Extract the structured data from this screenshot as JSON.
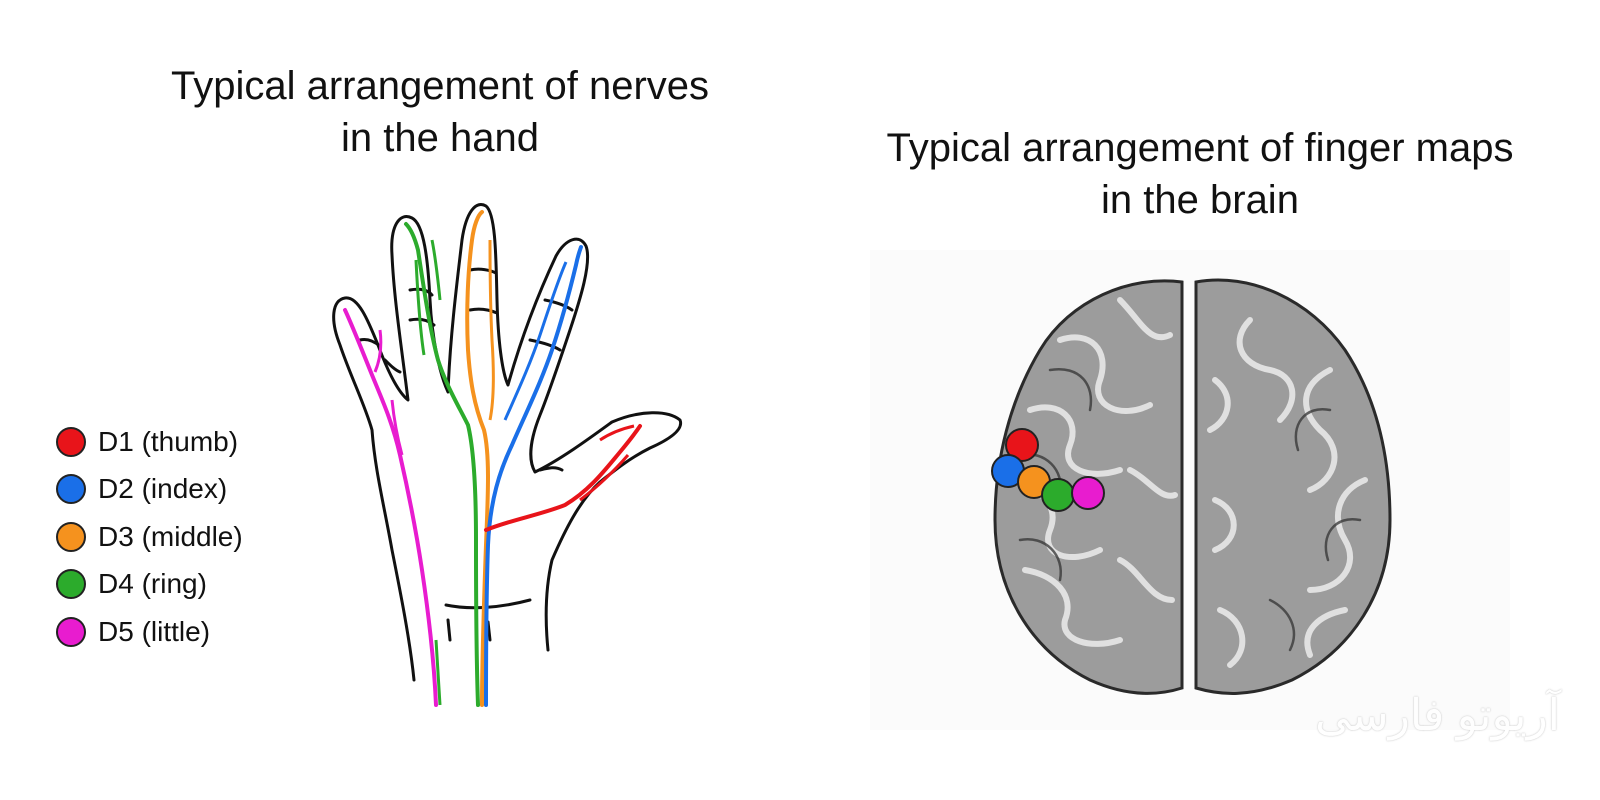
{
  "hand_panel": {
    "title": "Typical arrangement of nerves in the hand"
  },
  "brain_panel": {
    "title": "Typical arrangement of finger maps in the brain"
  },
  "legend": [
    {
      "label": "D1 (thumb)",
      "color": "#e8141a"
    },
    {
      "label": "D2 (index)",
      "color": "#1a6fe8"
    },
    {
      "label": "D3 (middle)",
      "color": "#f5921e"
    },
    {
      "label": "D4 (ring)",
      "color": "#2cab2c"
    },
    {
      "label": "D5 (little)",
      "color": "#e81ccf"
    }
  ],
  "colors": {
    "thumb": "#e8141a",
    "index": "#1a6fe8",
    "middle": "#f5921e",
    "ring": "#2cab2c",
    "little": "#e81ccf",
    "brain": "#7a7a7a"
  },
  "watermark": "آریوتو فارسی"
}
